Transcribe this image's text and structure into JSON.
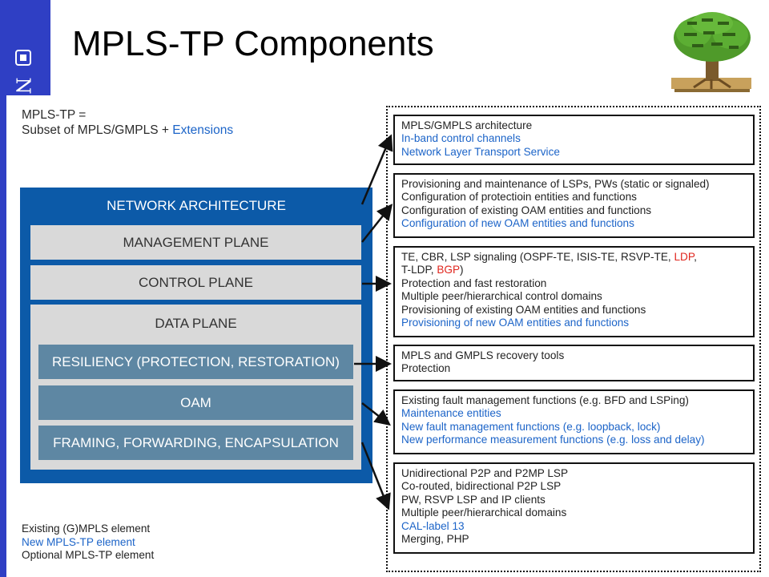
{
  "title": "MPLS-TP Components",
  "sidebar": {
    "logo_icon": "rounded-square-icon",
    "glyph": "N"
  },
  "intro": {
    "line1": "MPLS-TP =",
    "line2_prefix": "Subset of MPLS/GMPLS +",
    "line2_extensions": "Extensions"
  },
  "architecture": {
    "heading": "NETWORK ARCHITECTURE",
    "management": "MANAGEMENT PLANE",
    "control": "CONTROL PLANE",
    "data": "DATA PLANE",
    "resiliency": "RESILIENCY (PROTECTION, RESTORATION)",
    "oam": "OAM",
    "framing": "FRAMING, FORWARDING, ENCAPSULATION"
  },
  "boxes": {
    "b1": {
      "l1": "MPLS/GMPLS architecture",
      "l2": "In-band control channels",
      "l3": "Network Layer Transport Service"
    },
    "b2": {
      "l1": "Provisioning and maintenance of LSPs, PWs (static or signaled)",
      "l2": "Configuration of protectioin entities and functions",
      "l3": "Configuration of existing OAM entities and functions",
      "l4": "Configuration of new OAM entities and functions"
    },
    "b3": {
      "l1a": "TE, CBR, LSP signaling (OSPF-TE, ISIS-TE, RSVP-TE, ",
      "l1b": "LDP",
      "l1c": ",",
      "l2a": "T-LDP, ",
      "l2b": "BGP",
      "l2c": ")",
      "l3": "Protection and fast restoration",
      "l4": "Multiple peer/hierarchical control domains",
      "l5": "Provisioning of existing OAM entities and functions",
      "l6": "Provisioning of new OAM entities and functions"
    },
    "b4": {
      "l1": "MPLS and GMPLS recovery tools",
      "l2": "Protection"
    },
    "b5": {
      "l1": "Existing fault management functions (e.g. BFD and LSPing)",
      "l2": "Maintenance entities",
      "l3": "New fault management functions (e.g. loopback, lock)",
      "l4": "New performance measurement functions (e.g. loss and delay)"
    },
    "b6": {
      "l1": "Unidirectional P2P and P2MP LSP",
      "l2": "Co-routed, bidirectional P2P LSP",
      "l3": "PW, RSVP LSP and IP clients",
      "l4": "Multiple peer/hierarchical domains",
      "l5": "CAL-label 13",
      "l6": "Merging, PHP"
    }
  },
  "legend": {
    "existing": "Existing (G)MPLS element",
    "new": "New MPLS-TP element",
    "optional": "Optional MPLS-TP element"
  },
  "colors": {
    "sidebar": "#2f3fc4",
    "architecture_bg": "#0c5aa8",
    "plane_bar": "#d9d9d9",
    "data_bar": "#5e87a3",
    "new_element": "#1c64c8",
    "optional_element": "#e0261e"
  },
  "tree_image": {
    "icon": "tree-illustration-icon"
  }
}
